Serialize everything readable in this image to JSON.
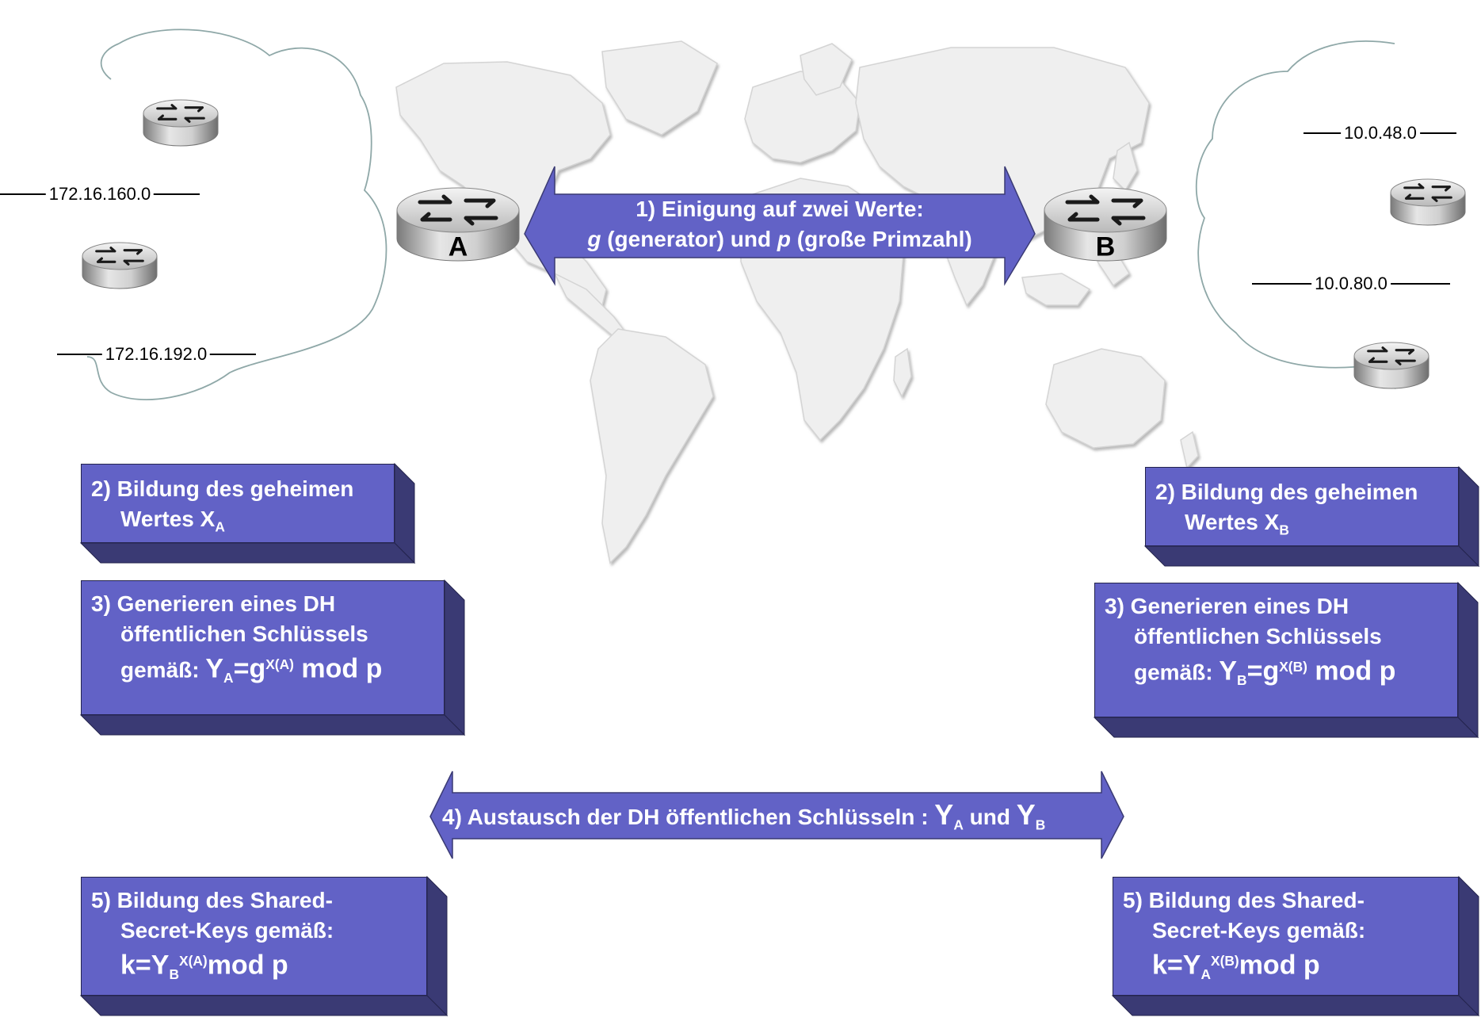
{
  "network_a": {
    "router_label": "A",
    "networks": [
      "172.16.160.0",
      "172.16.192.0"
    ]
  },
  "network_b": {
    "router_label": "B",
    "networks": [
      "10.0.48.0",
      "10.0.80.0"
    ]
  },
  "step1": {
    "line1": "1) Einigung auf zwei Werte:",
    "g_var": "g",
    "g_desc": " (generator) und ",
    "p_var": "p",
    "p_desc": " (große Primzahl)"
  },
  "step2": {
    "line1": "2) Bildung des geheimen",
    "line2": "Wertes X",
    "sub_a": "A",
    "sub_b": "B"
  },
  "step3": {
    "line1": "3) Generieren eines DH",
    "line2": "öffentlichen Schlüssels",
    "line3_prefix": "gemäß: ",
    "y": "Y",
    "sub_a": "A",
    "sub_b": "B",
    "eq_g": "=g",
    "exp_a": "X(A)",
    "exp_b": "X(B)",
    "mod": " mod p"
  },
  "step4": {
    "text": "4) Austausch der DH öffentlichen Schlüsseln : ",
    "y": "Y",
    "sub_a": "A",
    "und": " und ",
    "sub_b": "B"
  },
  "step5": {
    "line1": "5) Bildung des Shared-",
    "line2": "Secret-Keys gemäß:",
    "k_prefix": "k=Y",
    "sub_a": "B",
    "exp_a": "X(A)",
    "sub_b": "A",
    "exp_b": "X(B)",
    "mod": "mod p"
  },
  "colors": {
    "box_fill": "#6262c6",
    "box_depth": "#3a3a74",
    "map": "#eeeeee",
    "cloud_stroke": "#8fa8a8"
  }
}
